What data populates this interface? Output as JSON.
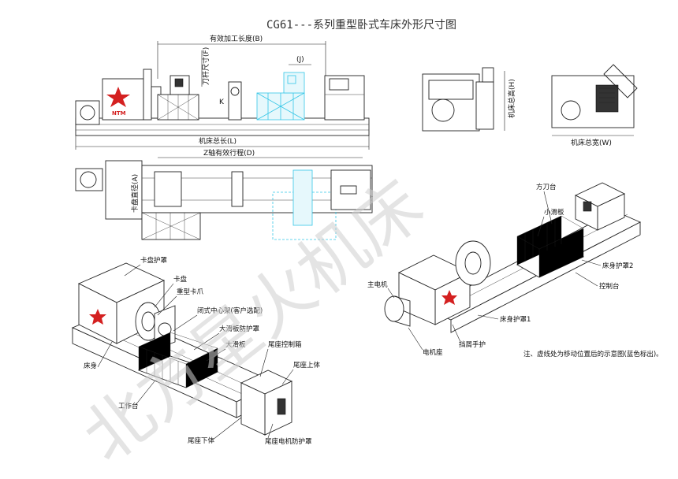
{
  "title": "CG61---系列重型卧式车床外形尺寸图",
  "logo": {
    "text": "NTM",
    "color": "#d42020"
  },
  "dimensions": {
    "effective_length": "有效加工长度(B)",
    "tool_size": "刀杆尺寸(F)",
    "j": "(J)",
    "total_length": "机床总长(L)",
    "z_travel": "Z轴有效行程(D)",
    "total_height": "机床总高(H)",
    "total_width": "机床总宽(W)",
    "chuck_dia": "卡盘直径(A)",
    "k": "K"
  },
  "labels_left": {
    "chuck_guard": "卡盘护罩",
    "chuck": "卡盘",
    "heavy_jaw": "重型卡爪",
    "steady_rest": "闭式中心架(客户选配)",
    "carriage_guard": "大滑板防护罩",
    "carriage": "大滑板",
    "tail_box": "尾座控制箱",
    "tail_upper": "尾座上体",
    "bed": "床身",
    "worktable": "工作台",
    "tail_lower": "尾座下体",
    "tail_motor_guard": "尾座电机防护罩"
  },
  "labels_right": {
    "tool_post": "方刀台",
    "small_slide": "小滑板",
    "bed_guard2": "床身护罩2",
    "control": "控制台",
    "main_motor": "主电机",
    "bed_guard1": "床身护罩1",
    "motor_base": "电机座",
    "chip_guard": "挡屑手护",
    "note": "注、虚线处为移动位置后的示意图(蓝色标出)。"
  },
  "watermark": "北方星火机床",
  "colors": {
    "line": "#222222",
    "moved": "#35c6e6",
    "watermark": "#cfcfcf"
  }
}
